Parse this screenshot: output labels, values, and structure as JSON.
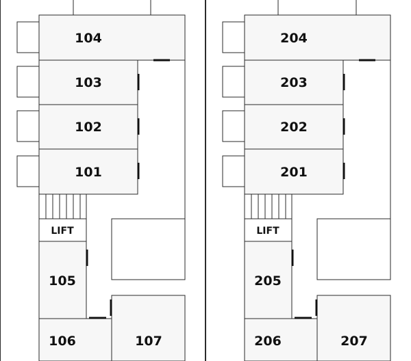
{
  "floors": [
    {
      "id": "floor-1",
      "rooms": {
        "r104": "104",
        "r103": "103",
        "r102": "102",
        "r101": "101",
        "lift": "LIFT",
        "r105": "105",
        "r106": "106",
        "r107": "107"
      }
    },
    {
      "id": "floor-2",
      "rooms": {
        "r104": "204",
        "r103": "203",
        "r102": "202",
        "r101": "201",
        "lift": "LIFT",
        "r105": "205",
        "r106": "206",
        "r107": "207"
      }
    }
  ]
}
